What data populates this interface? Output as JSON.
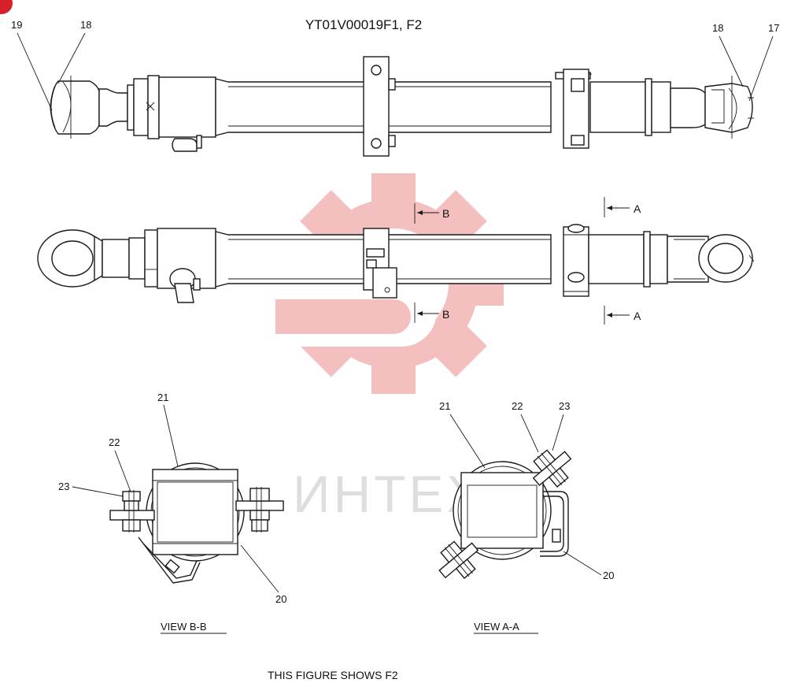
{
  "diagram": {
    "title": "YT01V00019F1, F2",
    "footer": "THIS FIGURE SHOWS  F2",
    "watermark": "ИНТЕХ",
    "views": {
      "bb": "VIEW  B-B",
      "aa": "VIEW  A-A"
    },
    "section_marks": {
      "b_top": "B",
      "b_bottom": "B",
      "a_top": "A",
      "a_bottom": "A"
    },
    "callouts": {
      "top_19": "19",
      "top_18_left": "18",
      "top_18_right": "18",
      "top_17": "17",
      "bb_21": "21",
      "bb_22": "22",
      "bb_23": "23",
      "bb_20": "20",
      "aa_21": "21",
      "aa_22": "22",
      "aa_23": "23",
      "aa_20": "20"
    },
    "colors": {
      "line": "#1a1a1a",
      "watermark_red": "#f3b4b4",
      "watermark_gray": "#d9d9d9",
      "corner_badge": "#d6202a"
    }
  }
}
